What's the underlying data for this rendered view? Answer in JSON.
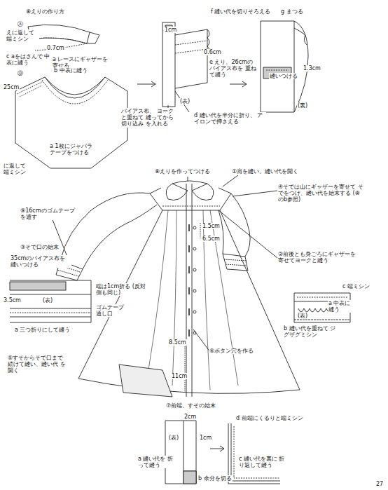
{
  "diagram": {
    "labels": [
      "⑧えりの作り方",
      "Ⓐ",
      "えに返して 端ミシン",
      "0.7cm",
      "c aをはさんで 中表に縫う",
      "a レースにギャザーを 寄せる",
      "Ⓑ",
      "b 中表に縫う",
      "25cm",
      "バイアス布、 ヨークと重ねて 縫ってから切り込み を入れる",
      "a 1枚にジャバラ テープをつける",
      "に返して 端ミシン",
      "f 縫い代を切りそろえる",
      "1cm",
      "0.6cm",
      "e えり、26cmの バイアス布を 重ねて縫う",
      "(表)",
      "d 縫い代を半分に折り、 アイロンで押さえる",
      "g まつる",
      "1.3cm",
      "縫いつける",
      "(裏)",
      "⑧えりを作ってつける",
      "①肩を縫い、縫い代を開く",
      "④そでは山にギャザーを寄せて そでをつけ、縫い代を始末する (⑧のb参照)",
      "⑨16cmのゴムテープ を通す",
      "③そで口の始末",
      "35cmのバイアス布を 縫いつける",
      "端は1cm折る (反対側も同じ)",
      "3.5cm",
      "(表)",
      "ゴムテープ 通し口",
      "a 三つ折りにして縫う",
      "1.5cm",
      "6.5cm",
      "②前後とも身ごろにギャザーを 寄せてヨークと縫う",
      "c 端ミシン",
      "a 中表に 縫う",
      "(表)",
      "b 縫い代を重ねて ジグザグミシン",
      "⑤すそからそで口まで 続けて縫い、縫い代 を開く",
      "⑥ボタン穴を作る",
      "8.5cm",
      "11cm",
      "⑦前端、すその始末",
      "2cm",
      "(表)",
      "1cm",
      "a 縫い代を 折って縫う",
      "b 余分を切る",
      "d 前端にくるりと端ミシン",
      "c 縫い代を裏に 折り返して縫う",
      "27"
    ]
  }
}
